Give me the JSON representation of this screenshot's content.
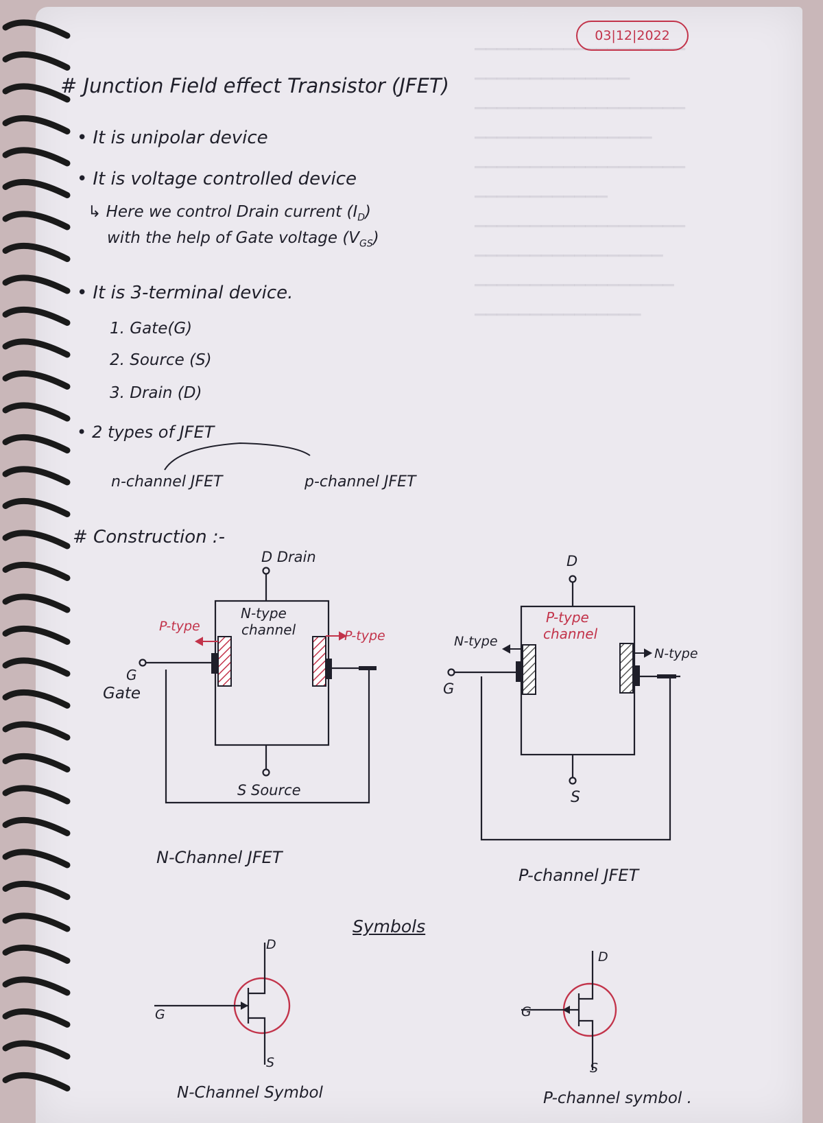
{
  "header": {
    "date": "03|12|2022",
    "title": "# Junction Field effect Transistor (JFET)"
  },
  "bullets": {
    "b1": "It is unipolar device",
    "b2": "It is voltage controlled device",
    "b2_sub1": "↳ Here we control Drain current (I",
    "b2_sub1_sub": "D",
    "b2_sub1_end": ")",
    "b2_sub2": "with the help of Gate voltage (V",
    "b2_sub2_sub": "GS",
    "b2_sub2_end": ")",
    "b3": "It is 3-terminal device.",
    "terminals": [
      "1. Gate(G)",
      "2. Source (S)",
      "3. Drain (D)"
    ],
    "b4": "2 types of JFET",
    "types": [
      "n-channel JFET",
      "p-channel JFET"
    ]
  },
  "construction": {
    "heading": "# Construction :-",
    "n_channel": {
      "drain": "D Drain",
      "channel_l1": "N-type",
      "channel_l2": "channel",
      "left_type": "P-type",
      "right_type": "P-type",
      "gate_letter": "G",
      "gate_word": "Gate",
      "source": "S Source",
      "caption": "N-Channel JFET"
    },
    "p_channel": {
      "drain": "D",
      "channel_l1": "P-type",
      "channel_l2": "channel",
      "left_type": "N-type",
      "right_type": "N-type",
      "gate_letter": "G",
      "source": "S",
      "caption": "P-channel JFET"
    }
  },
  "symbols": {
    "heading": "Symbols",
    "n_symbol": {
      "d": "D",
      "g": "G",
      "s": "S",
      "caption": "N-Channel Symbol"
    },
    "p_symbol": {
      "d": "D",
      "g": "G",
      "s": "S",
      "caption": "P-channel symbol ."
    }
  },
  "colors": {
    "ink": "#1f1f2a",
    "red": "#c2334a",
    "paper": "#ece9ef"
  }
}
